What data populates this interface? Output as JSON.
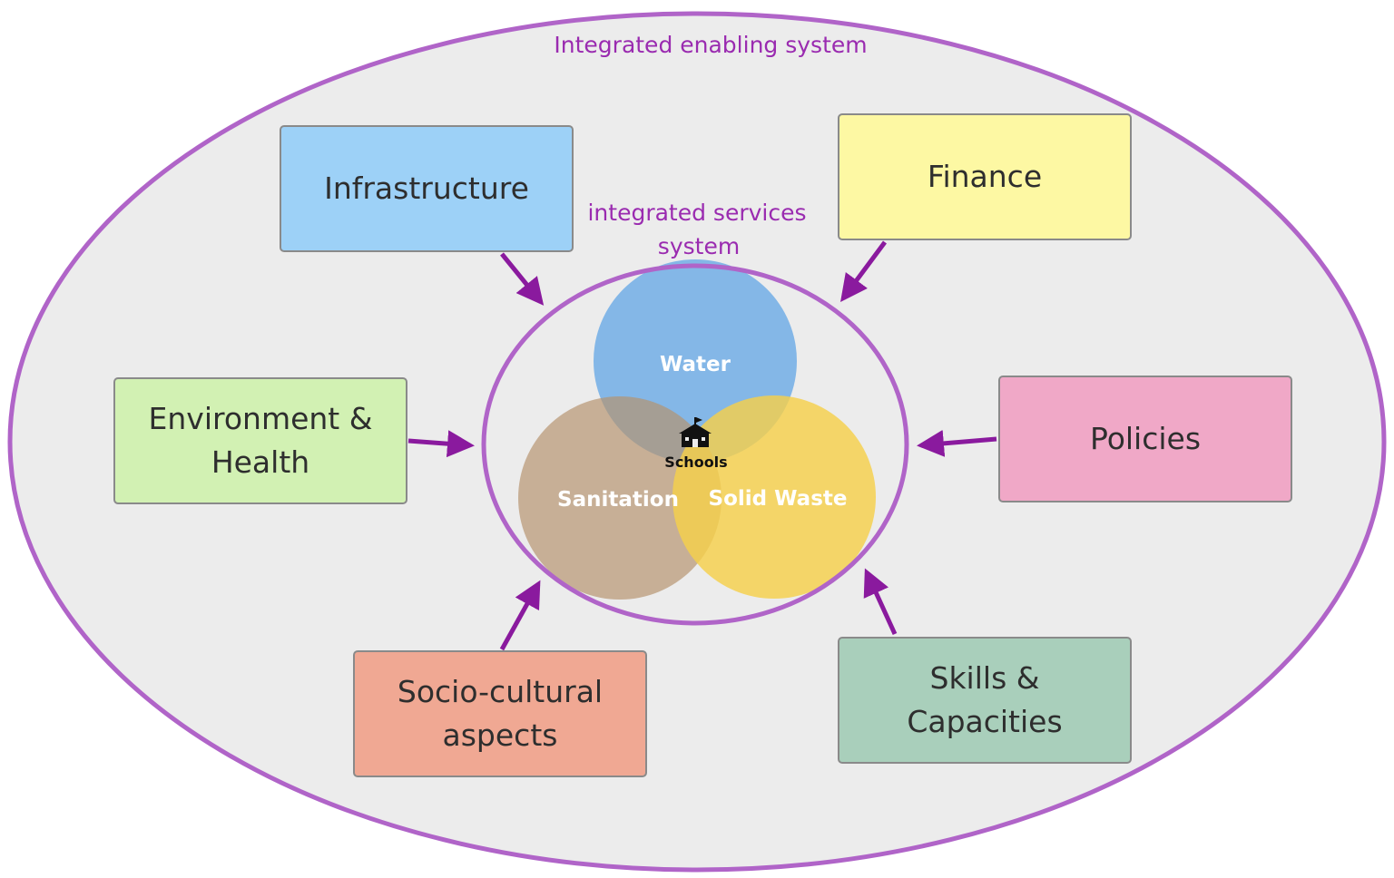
{
  "outer_system": {
    "label": "Integrated enabling system"
  },
  "inner_system": {
    "label_line1": "integrated services",
    "label_line2": "system"
  },
  "services": {
    "water": "Water",
    "sanitation": "Sanitation",
    "solid_waste": "Solid Waste",
    "center": "Schools",
    "center_icon": "school-icon"
  },
  "factors": {
    "infrastructure": "Infrastructure",
    "finance": "Finance",
    "environment_health": "Environment &\nHealth",
    "policies": "Policies",
    "socio_cultural": "Socio-cultural\naspects",
    "skills_capacities": "Skills &\nCapacities"
  },
  "colors": {
    "outline": "#b064c8",
    "arrow": "#8a1a9e",
    "label_purple": "#9a2bb0",
    "background": "#ececec",
    "water": "#72aee6",
    "sanitation": "#c4a68a",
    "solid_waste": "#f5cf4a",
    "infrastructure": "#9dd1f7",
    "finance": "#fdf8a3",
    "environment_health": "#d2f1b3",
    "policies": "#f0a8c7",
    "socio_cultural": "#f0a893",
    "skills_capacities": "#a9cfbb"
  }
}
